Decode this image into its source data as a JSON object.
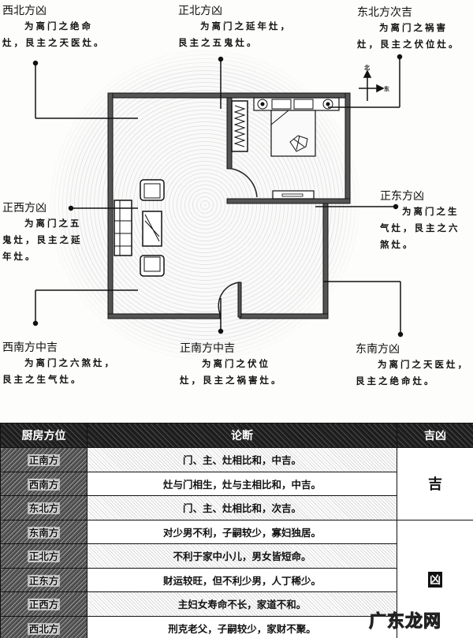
{
  "compass": {
    "north": "北",
    "east": "东"
  },
  "labels": {
    "northwest": {
      "title": "西北方凶",
      "line1": "为离门之绝命",
      "line2": "灶，艮主之天医灶。"
    },
    "north": {
      "title": "正北方凶",
      "line1": "为离门之延年灶，",
      "line2": "艮主之五鬼灶。"
    },
    "northeast": {
      "title": "东北方次吉",
      "line1": "为离门之祸害",
      "line2": "灶，艮主之伏位灶。"
    },
    "west": {
      "title": "正西方凶",
      "line1": "为离门之五",
      "line2": "鬼灶，艮主之延",
      "line3": "年灶。"
    },
    "east": {
      "title": "正东方凶",
      "line1": "为离门之生",
      "line2": "气灶，艮主之六",
      "line3": "煞灶。"
    },
    "southwest": {
      "title": "西南方中吉",
      "line1": "为离门之六煞灶，",
      "line2": "艮主之生气灶。"
    },
    "south": {
      "title": "正南方中吉",
      "line1": "为离门之伏位",
      "line2": "灶，艮主之祸害灶。"
    },
    "southeast": {
      "title": "东南方凶",
      "line1": "为离门之天医灶，",
      "line2": "艮主之绝命灶。"
    }
  },
  "table": {
    "headers": {
      "position": "厨房方位",
      "judgment": "论断",
      "fortune": "吉凶"
    },
    "rows": [
      {
        "position": "正南方",
        "judgment": "门、主、灶相比和，中吉。"
      },
      {
        "position": "西南方",
        "judgment": "灶与门相生，灶与主相比和，中吉。"
      },
      {
        "position": "东北方",
        "judgment": "门、主、灶相比和，次吉。"
      },
      {
        "position": "东南方",
        "judgment": "对少男不利，子嗣较少，寡妇独居。"
      },
      {
        "position": "正北方",
        "judgment": "不利于家中小儿，男女皆短命。"
      },
      {
        "position": "正东方",
        "judgment": "财运较旺，但不利少男，人丁稀少。"
      },
      {
        "position": "正西方",
        "judgment": "主妇女寿命不长，家道不和。"
      },
      {
        "position": "西北方",
        "judgment": "刑克老父，子嗣较少，家财不聚。"
      }
    ],
    "fortune_groups": [
      {
        "label": "吉",
        "rows": 3
      },
      {
        "label": "凶",
        "rows": 5
      }
    ]
  },
  "watermark": "广东龙网",
  "colors": {
    "ink": "#111111",
    "paper": "#fdfdfb",
    "header_bg": "#2b2b2b"
  }
}
